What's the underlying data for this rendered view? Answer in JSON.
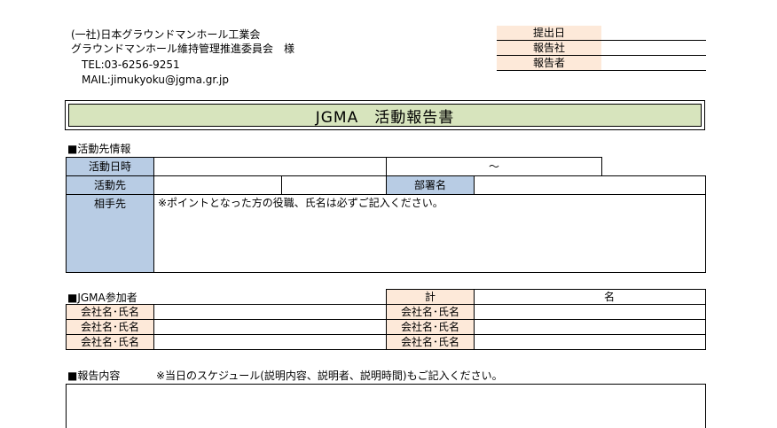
{
  "org": {
    "line1": "(一社)日本グラウンドマンホール工業会",
    "line2": "グラウンドマンホール維持管理推進委員会　様",
    "tel": "TEL:03-6256-9251",
    "mail": "MAIL:jimukyoku@jgma.gr.jp"
  },
  "submission": {
    "date_label": "提出日",
    "company_label": "報告社",
    "reporter_label": "報告者"
  },
  "title": "JGMA　活動報告書",
  "activity": {
    "section_label": "■活動先情報",
    "datetime_label": "活動日時",
    "tilde": "～",
    "place_label": "活動先",
    "dept_label": "部署名",
    "partner_label": "相手先",
    "partner_note": "※ポイントとなった方の役職、氏名は必ずご記入ください。"
  },
  "participants": {
    "section_label": "■JGMA参加者",
    "total_label": "計",
    "unit_label": "名",
    "row_label": "会社名･氏名"
  },
  "report": {
    "section_label": "■報告内容",
    "note": "※当日のスケジュール(説明内容、説明者、説明時間)もご記入ください。"
  },
  "colors": {
    "title_bg": "#d7e4bd",
    "label_blue": "#b8cce4",
    "label_peach": "#fde9d9"
  }
}
